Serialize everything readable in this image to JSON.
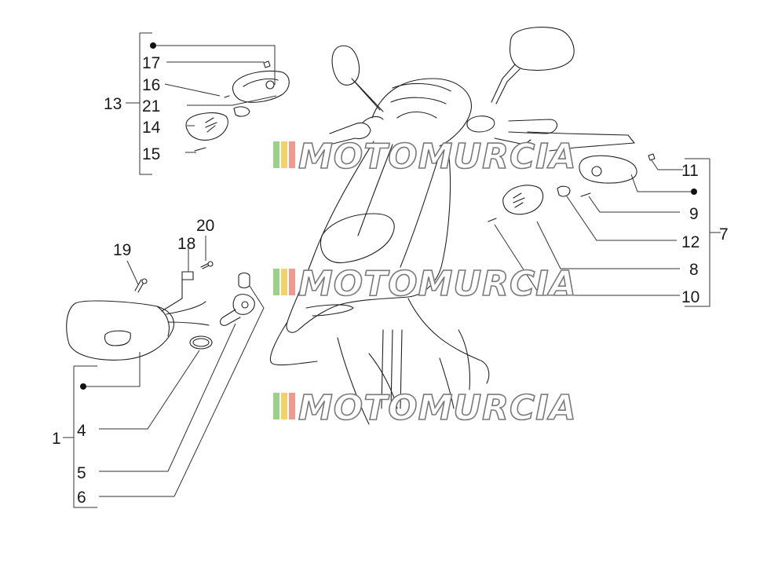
{
  "labels": {
    "p1": "1",
    "p4": "4",
    "p5": "5",
    "p6": "6",
    "p7": "7",
    "p8": "8",
    "p9": "9",
    "p10": "10",
    "p11": "11",
    "p12": "12",
    "p13": "13",
    "p14": "14",
    "p15": "15",
    "p16": "16",
    "p17": "17",
    "p18": "18",
    "p19": "19",
    "p20": "20",
    "p21": "21"
  },
  "watermark": {
    "text": "MOTOMURCIA",
    "colors": [
      "#9bd08a",
      "#f2d36b",
      "#ee9a8f"
    ]
  }
}
